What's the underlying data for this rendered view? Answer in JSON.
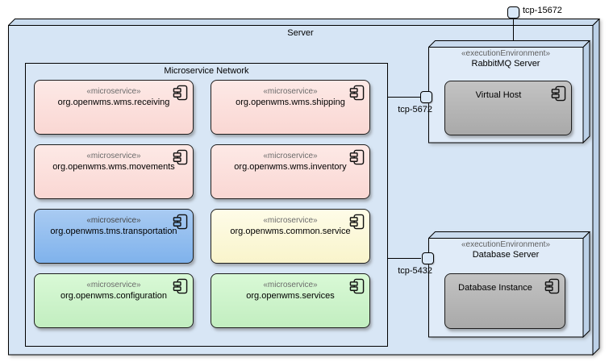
{
  "server": {
    "title": "Server"
  },
  "network": {
    "title": "Microservice Network"
  },
  "microservices": [
    {
      "stereotype": "«microservice»",
      "name": "org.openwms.wms.receiving",
      "color": "#fbdcd8"
    },
    {
      "stereotype": "«microservice»",
      "name": "org.openwms.wms.shipping",
      "color": "#fbdcd8"
    },
    {
      "stereotype": "«microservice»",
      "name": "org.openwms.wms.movements",
      "color": "#fbdcd8"
    },
    {
      "stereotype": "«microservice»",
      "name": "org.openwms.wms.inventory",
      "color": "#fbdcd8"
    },
    {
      "stereotype": "«microservice»",
      "name": "org.openwms.tms.transportation",
      "color": "#8abbee"
    },
    {
      "stereotype": "«microservice»",
      "name": "org.openwms.common.service",
      "color": "#fbf7d5"
    },
    {
      "stereotype": "«microservice»",
      "name": "org.openwms.configuration",
      "color": "#cdf3ca"
    },
    {
      "stereotype": "«microservice»",
      "name": "org.openwms.services",
      "color": "#cdf3ca"
    }
  ],
  "environments": [
    {
      "stereotype": "«executionEnvironment»",
      "title": "RabbitMQ Server",
      "component": {
        "name": "Virtual Host"
      }
    },
    {
      "stereotype": "«executionEnvironment»",
      "title": "Database Server",
      "component": {
        "name": "Database Instance"
      }
    }
  ],
  "ports": [
    {
      "label": "tcp-15672"
    },
    {
      "label": "tcp-5672"
    },
    {
      "label": "tcp-5432"
    }
  ],
  "colors": {
    "node_fill": "#d6e5f5",
    "environment_fill": "#e0ebf8",
    "component_gray": "#b5b5b5",
    "port_fill": "#d9e8f8"
  }
}
